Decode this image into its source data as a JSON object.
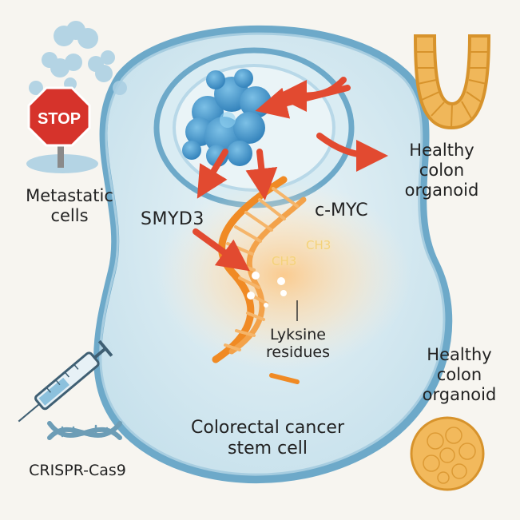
{
  "labels": {
    "metastatic": [
      "Metastatic",
      "cells"
    ],
    "organoid_top": [
      "Healthy",
      "colon",
      "organoid"
    ],
    "organoid_bottom": [
      "Healthy",
      "colon",
      "organoid"
    ],
    "smyd3": "SMYD3",
    "cmyc": "c-MYC",
    "lysine": [
      "Lyksine",
      "residues"
    ],
    "stem_cell": [
      "Colorectal cancer",
      "stem cell"
    ],
    "crispr": "CRISPR-Cas9",
    "stop_sign": "STOP",
    "methyl_1": "CH3",
    "methyl_2": "CH3"
  },
  "icons": {
    "stop": "stop-sign-icon",
    "syringe": "syringe-icon",
    "dna": "dna-helix-icon",
    "protein": "protein-blob-icon",
    "organoid": "organoid-icon"
  },
  "colors": {
    "cell_fill": "#cfe5ef",
    "cell_border": "#6da9c9",
    "nucleus_ring": "#b8d8e8",
    "protein": "#3d8cc4",
    "arrow": "#e24a30",
    "dna": "#f08a24",
    "glow": "#fbc98a",
    "organoid": "#e9a83a",
    "stop": "#d6332b"
  }
}
